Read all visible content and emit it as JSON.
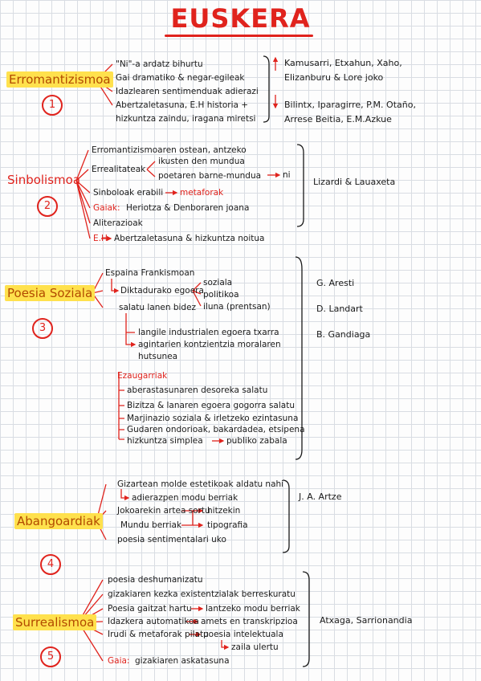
{
  "title": "EUSKERA",
  "s1": {
    "name": "Erromantizismoa",
    "num": "1",
    "items": [
      "\"Ni\"-a ardatz bihurtu",
      "Gai dramatiko & negar-egileak",
      "Idazlearen sentimenduak adierazi",
      "Abertzaletasuna, E.H historia +",
      "hizkuntza zaindu, iragana miretsi"
    ],
    "authors_up": [
      "Kamusarri, Etxahun, Xaho,",
      "Elizanburu & Lore joko"
    ],
    "authors_down": [
      "Bilintx, Iparagirre, P.M. Otaño,",
      "Arrese Beitia, E.M.Azkue"
    ]
  },
  "s2": {
    "name": "Sinbolismoa",
    "num": "2",
    "i1": "Erromantizismoaren ostean, antzeko",
    "i2a": "Errealitateak",
    "i2b": "ikusten den mundua",
    "i2c": "poetaren barne-mundua",
    "i2d": "ni",
    "i3a": "Sinboloak erabili",
    "i3b": "metaforak",
    "i4a": "Gaiak:",
    "i4b": "Heriotza & Denboraren joana",
    "i5": "Aliterazioak",
    "i6a": "E.H",
    "i6b": "Abertzaletasuna & hizkuntza noitua",
    "authors": "Lizardi & Lauaxeta"
  },
  "s3": {
    "name": "Poesia Soziala",
    "num": "3",
    "i1": "Espaina Frankismoan",
    "i2": "Diktadurako egoera",
    "i2o": [
      "soziala",
      "politikoa",
      "iluna (prentsan)"
    ],
    "i3": "salatu lanen bidez",
    "i4": "langile industrialen egoera txarra",
    "i5a": "agintarien kontzientzia moralaren",
    "i5b": "hutsunea",
    "ezaug": "Ezaugarriak",
    "list": [
      "aberastasunaren desoreka salatu",
      "Bizitza & lanaren egoera gogorra salatu",
      "Marjinazio soziala & irletzeko ezintasuna",
      "Gudaren ondorioak, bakardadea, etsipena",
      "hizkuntza simplea"
    ],
    "list_end": "publiko zabala",
    "authors": [
      "G. Aresti",
      "D. Landart",
      "B. Gandiaga"
    ]
  },
  "s4": {
    "name": "Abangoardiak",
    "num": "4",
    "i1": "Gizartean molde estetikoak aldatu nahi",
    "i2": "adierazpen modu berriak",
    "i3": "Jokoarekin artea sortu",
    "i3o": "hitzekin",
    "i4": "Mundu berriak",
    "i4o": "tipografia",
    "i5": "poesia sentimentalari uko",
    "authors": "J. A. Artze"
  },
  "s5": {
    "name": "Surrealismoa",
    "num": "5",
    "i1": "poesia deshumanizatu",
    "i2": "gizakiaren kezka existentzialak berreskuratu",
    "i3a": "Poesia gaitzat hartu",
    "i3b": "lantzeko modu berriak",
    "i4a": "Idazkera automatikoa",
    "i4b": "amets en transkripzioa",
    "i5a": "Irudi & metaforak pilatu",
    "i5b": "poesia intelektuala",
    "i6": "zaila ulertu",
    "gaia_a": "Gaia:",
    "gaia_b": "gizakiaren askatasuna",
    "authors": "Atxaga, Sarrionandia"
  }
}
